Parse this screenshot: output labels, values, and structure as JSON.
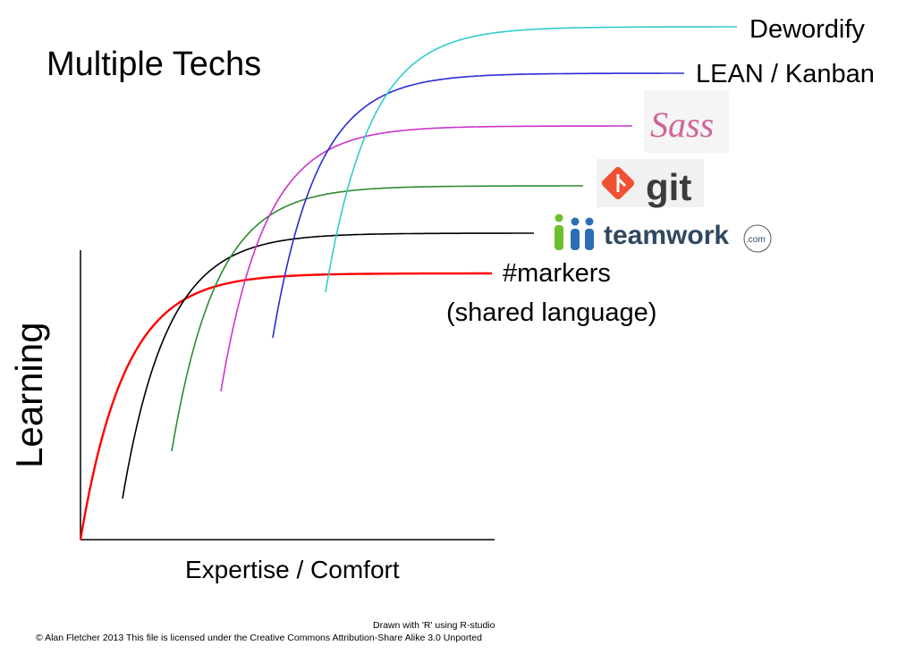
{
  "chart_data": {
    "type": "line",
    "title": "Multiple Techs",
    "xlabel": "Expertise / Comfort",
    "ylabel": "Learning",
    "grid": false,
    "series": [
      {
        "name": "#markers",
        "label_lines": [
          "#markers",
          "(shared language)"
        ],
        "color": "#ff0000",
        "label_kind": "text"
      },
      {
        "name": "teamwork.com",
        "logo": {
          "main": "teamwork",
          "suffix": ".com"
        },
        "color": "#000000",
        "label_kind": "teamwork-logo"
      },
      {
        "name": "git",
        "logo": {
          "main": "git"
        },
        "color": "#2e8b2e",
        "label_kind": "git-logo"
      },
      {
        "name": "Sass",
        "logo": {
          "main": "Sass"
        },
        "color": "#cc33cc",
        "label_kind": "sass-logo"
      },
      {
        "name": "LEAN / Kanban",
        "label_lines": [
          "LEAN / Kanban"
        ],
        "color": "#2b2bd6",
        "label_kind": "text"
      },
      {
        "name": "Dewordify",
        "label_lines": [
          "Dewordify"
        ],
        "color": "#33cccc",
        "label_kind": "text"
      }
    ]
  },
  "credits": {
    "line1": "Drawn with 'R' using R-studio",
    "line2": "© Alan Fletcher 2013 This file is licensed under the Creative Commons Attribution-Share Alike 3.0 Unported"
  }
}
